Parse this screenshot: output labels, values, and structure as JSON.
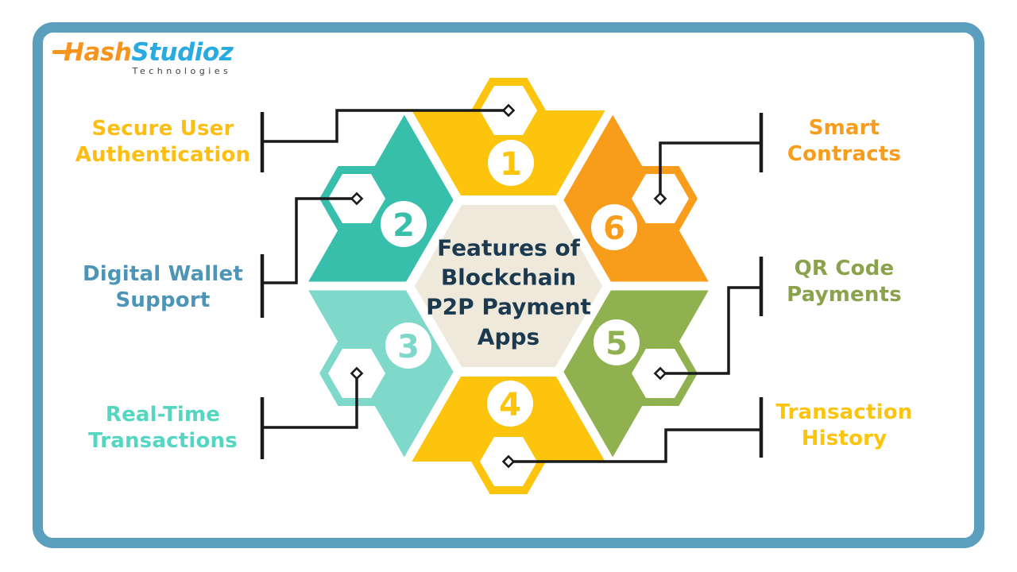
{
  "logo": {
    "part1": "Hash",
    "part2": "Studioz",
    "tagline": "Technologies",
    "part1_color": "#F7941E",
    "part2_color": "#29ABE2",
    "tagline_color": "#3D3D3D"
  },
  "title": {
    "lines": [
      "Features of",
      "Blockchain",
      "P2P Payment",
      "Apps"
    ],
    "color": "#1B3A50",
    "bg": "#EFE9DB"
  },
  "features": [
    {
      "num": "1",
      "label": "Secure User Authentication",
      "lines": [
        "Secure User",
        "Authentication"
      ],
      "color": "#FDC40D",
      "label_color": "#FDBE14"
    },
    {
      "num": "2",
      "label": "Digital Wallet Support",
      "lines": [
        "Digital Wallet",
        "Support"
      ],
      "color": "#38BFAC",
      "label_color": "#4D95B7"
    },
    {
      "num": "3",
      "label": "Real-Time Transactions",
      "lines": [
        "Real-Time",
        "Transactions"
      ],
      "color": "#7FD9CB",
      "label_color": "#54D6C0"
    },
    {
      "num": "4",
      "label": "Transaction History",
      "lines": [
        "Transaction",
        "History"
      ],
      "color": "#FDC40D",
      "label_color": "#FDC40D"
    },
    {
      "num": "5",
      "label": "QR Code Payments",
      "lines": [
        "QR Code",
        "Payments"
      ],
      "color": "#90B14F",
      "label_color": "#8AA24C"
    },
    {
      "num": "6",
      "label": "Smart Contracts",
      "lines": [
        "Smart",
        "Contracts"
      ],
      "color": "#F89C1C",
      "label_color": "#F89C1C"
    }
  ],
  "frame_color": "#5B9EBE",
  "connector_color": "#1A1A1A"
}
